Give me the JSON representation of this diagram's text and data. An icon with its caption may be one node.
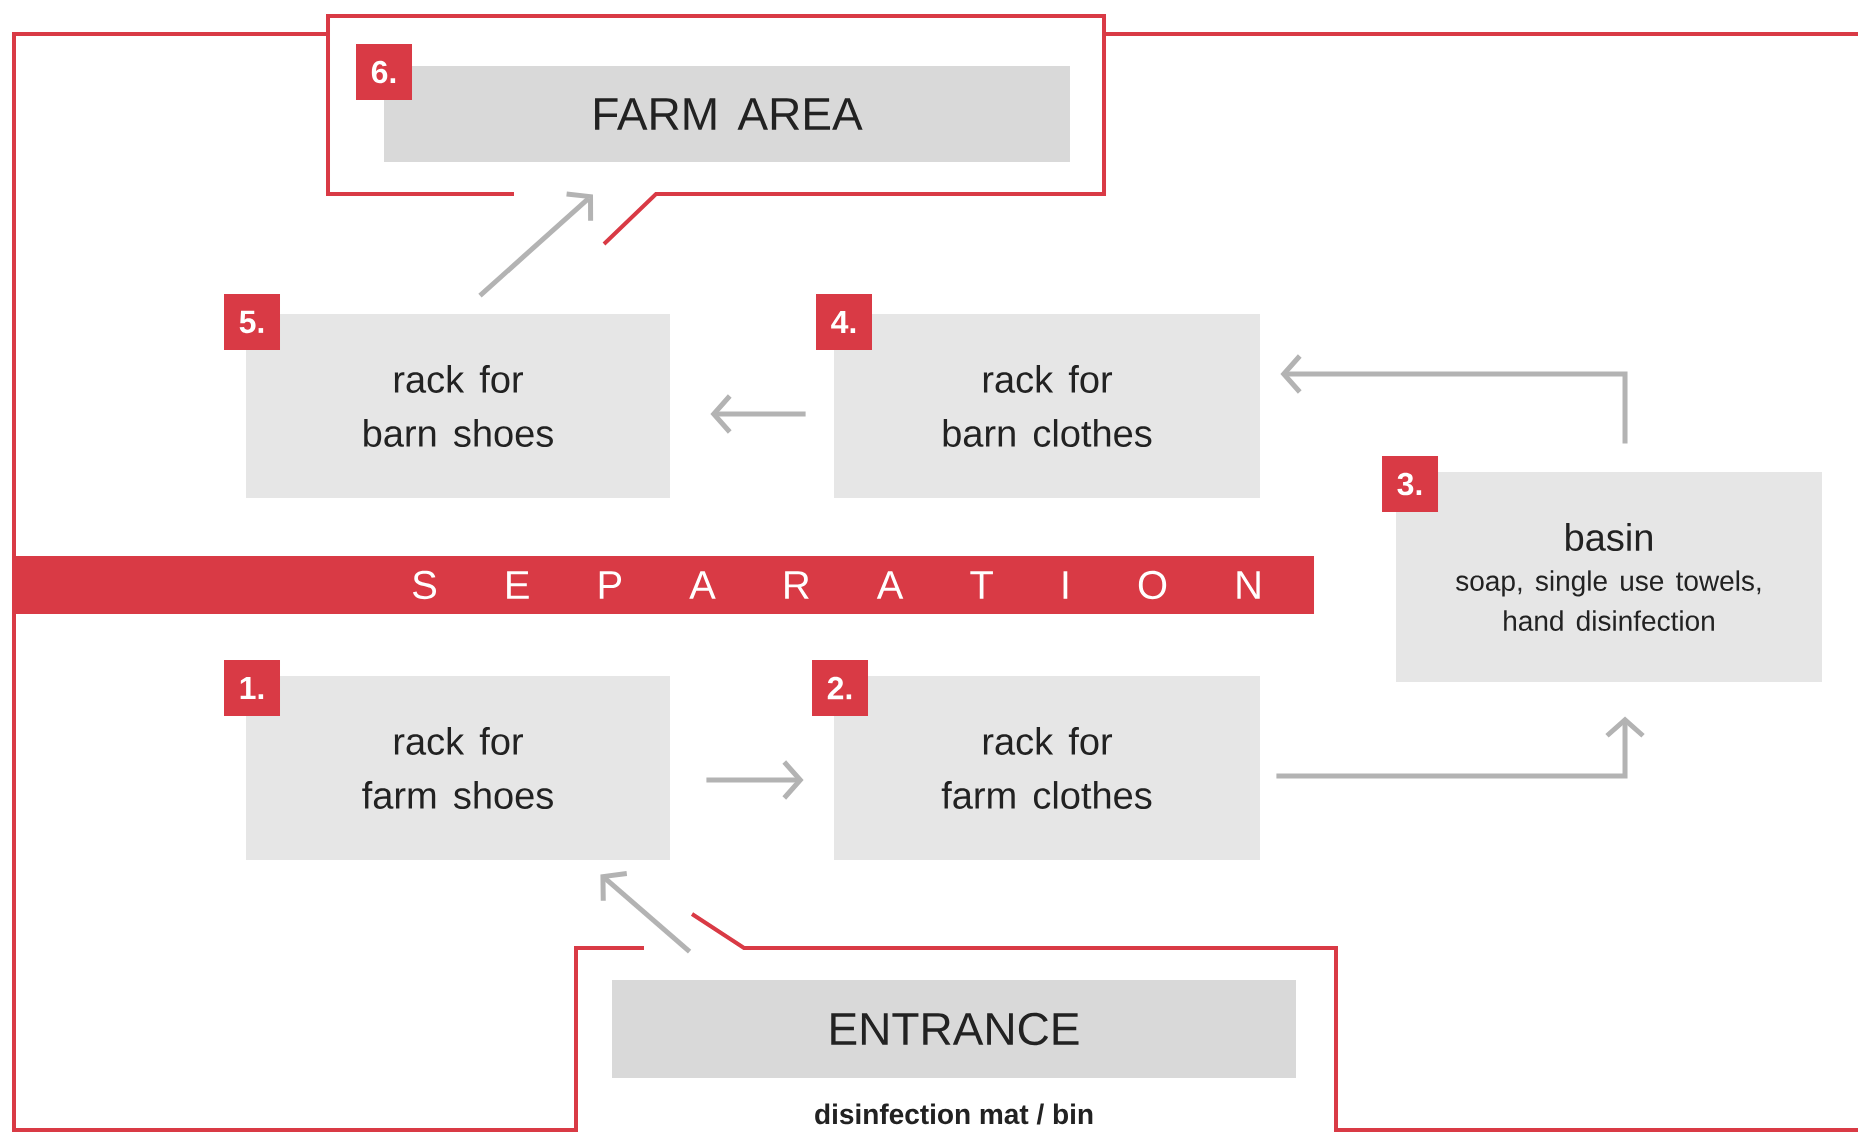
{
  "diagram": {
    "nodes": [
      {
        "text": [
          "6.",
          "FARM AREA"
        ]
      },
      {
        "text": [
          "5.",
          "rack for barn shoes"
        ]
      },
      {
        "text": [
          "4.",
          "rack for barn clothes"
        ]
      },
      {
        "text": [
          "3.",
          "basin",
          "soap, single use towels, hand disinfection"
        ]
      },
      {
        "text": [
          "S E P A R A T I O N"
        ]
      },
      {
        "text": [
          "1.",
          "rack for farm shoes"
        ]
      },
      {
        "text": [
          "2.",
          "rack for farm clothes"
        ]
      },
      {
        "text": [
          "ENTRANCE"
        ],
        "beside": [
          "disinfection mat / bin"
        ]
      }
    ],
    "edges": [
      {
        "from": 7,
        "to": 5,
        "arrow": "to"
      },
      {
        "from": 5,
        "to": 6,
        "arrow": "to"
      },
      {
        "from": 6,
        "to": 3,
        "arrow": "to"
      },
      {
        "from": 3,
        "to": 2,
        "arrow": "to"
      },
      {
        "from": 2,
        "to": 1,
        "arrow": "to"
      },
      {
        "from": 1,
        "to": 0,
        "arrow": "to"
      }
    ]
  }
}
